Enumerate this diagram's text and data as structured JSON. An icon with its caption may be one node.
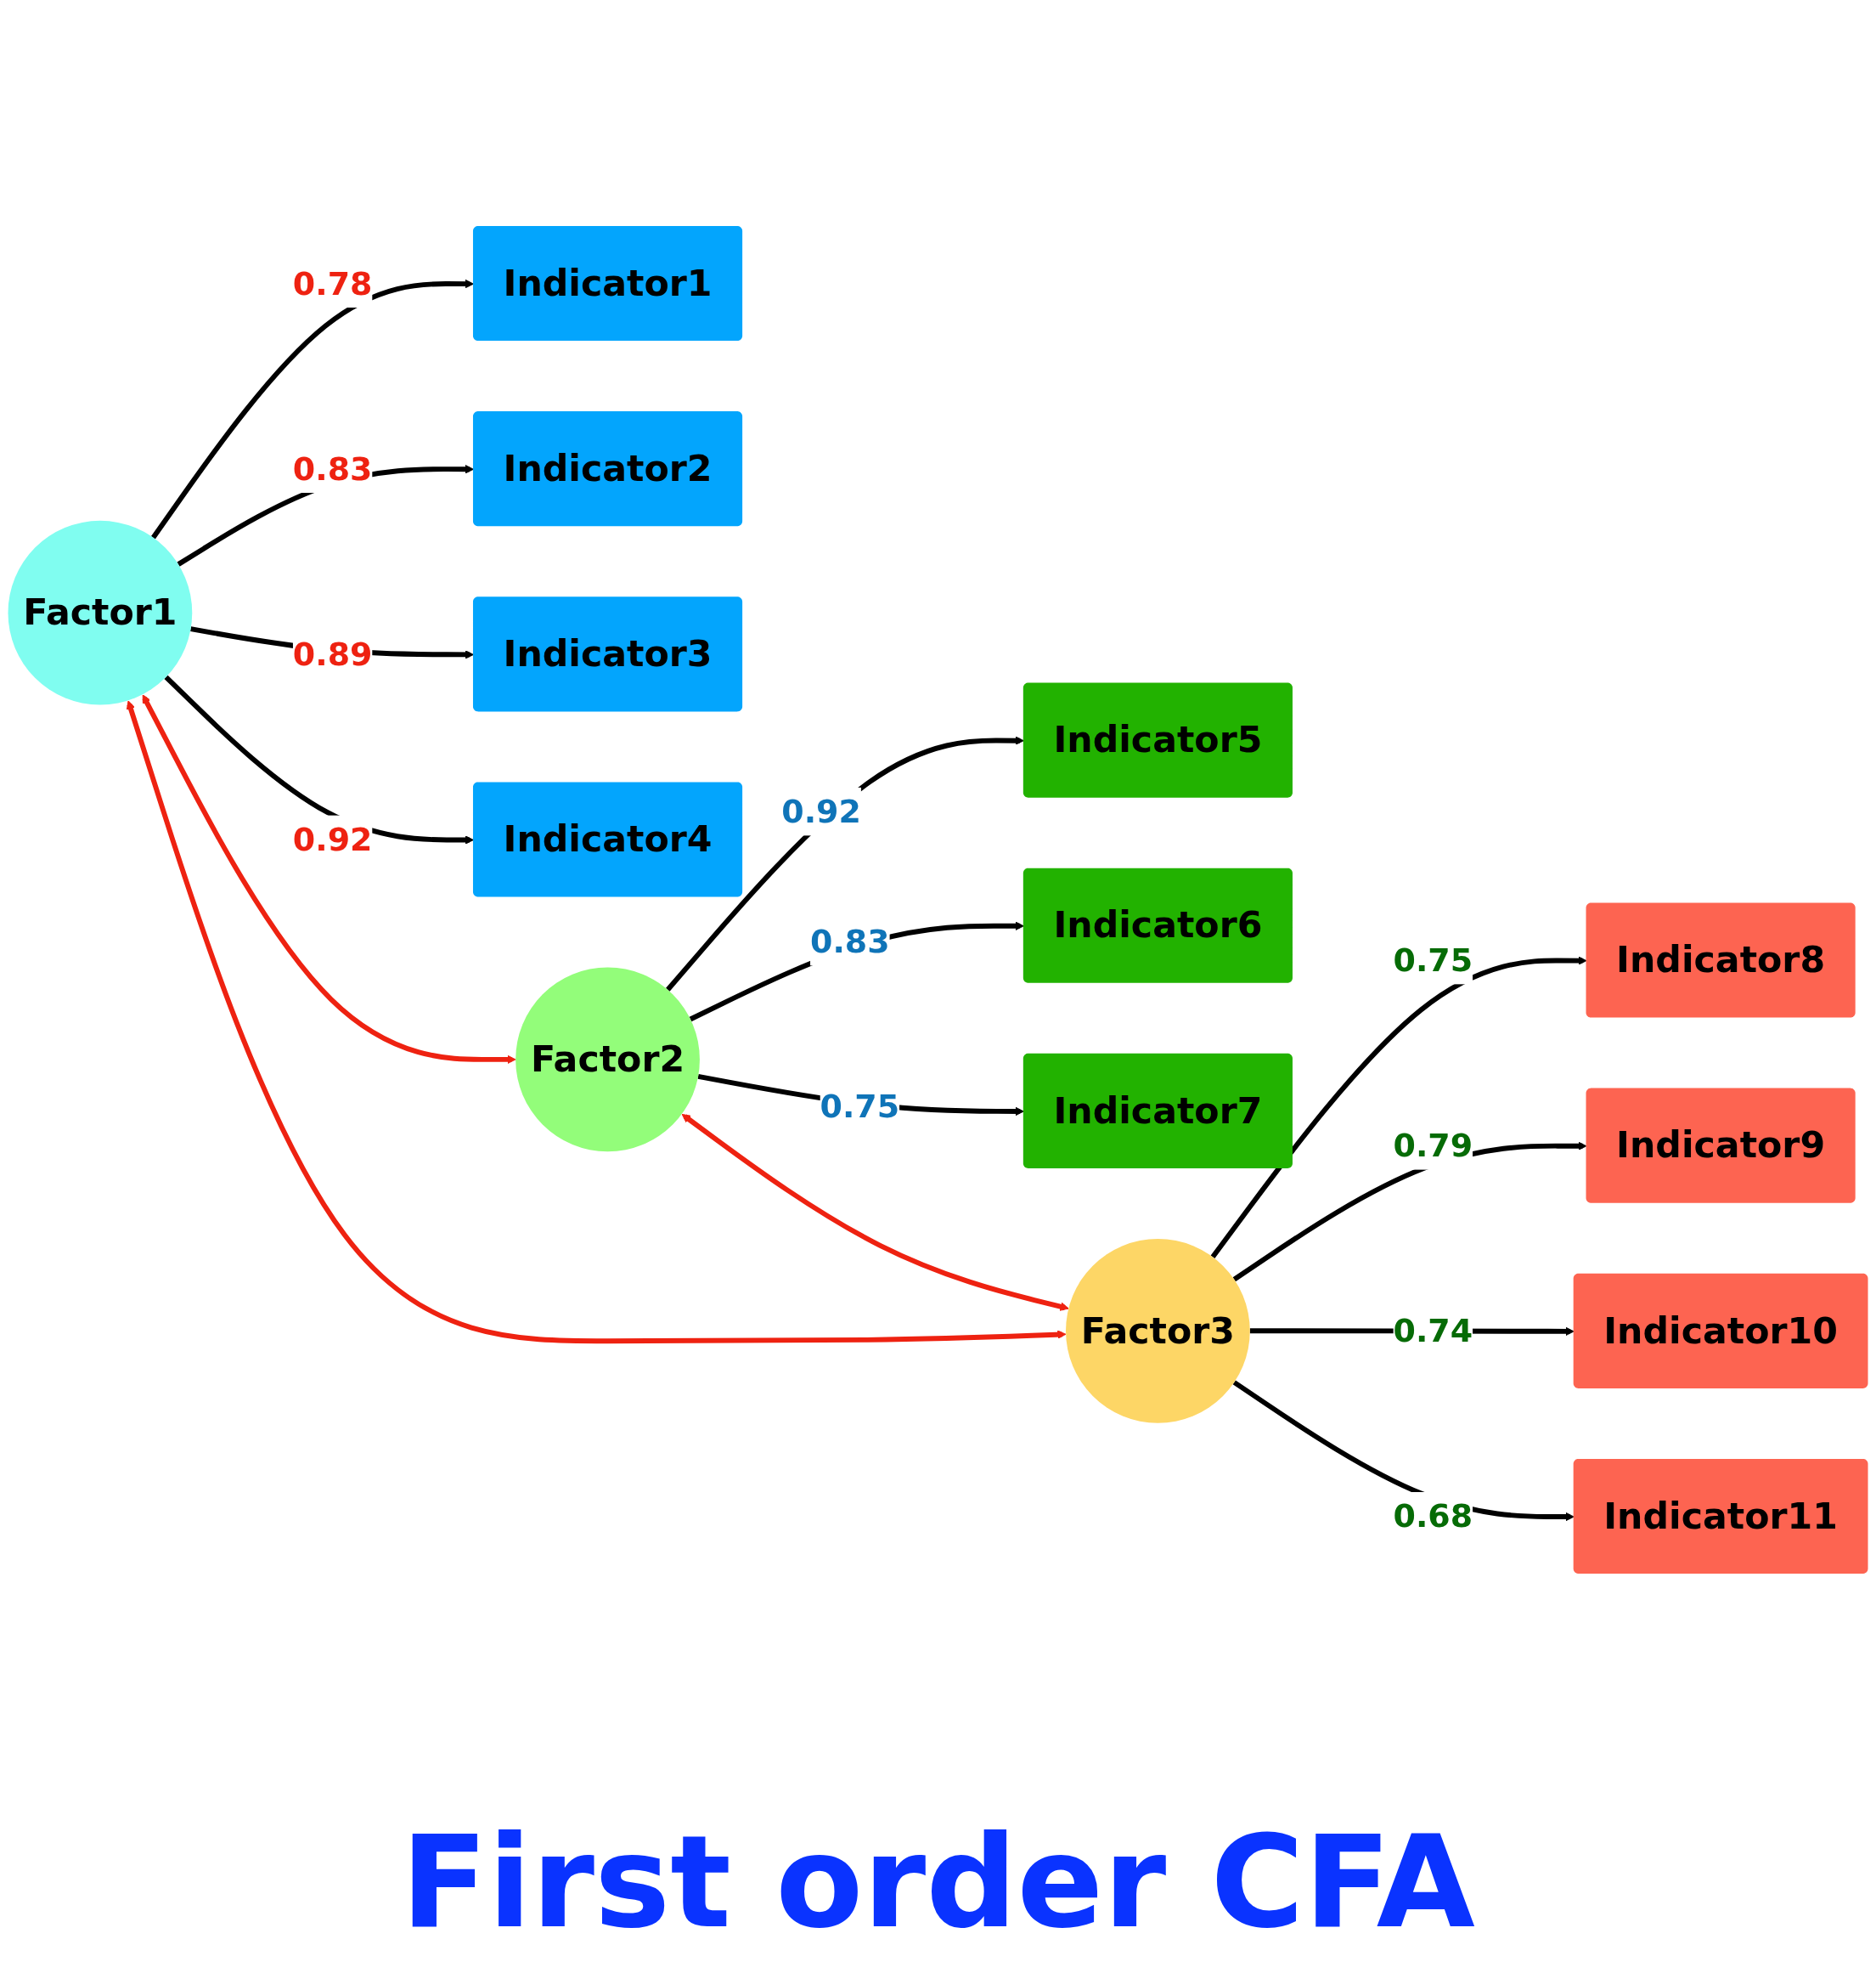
{
  "diagram": {
    "title": "First order CFA",
    "nodes": [
      {
        "text": [
          "Factor1"
        ]
      },
      {
        "text": [
          "Factor2"
        ]
      },
      {
        "text": [
          "Factor3"
        ]
      },
      {
        "text": [
          "Indicator1"
        ]
      },
      {
        "text": [
          "Indicator2"
        ]
      },
      {
        "text": [
          "Indicator3"
        ]
      },
      {
        "text": [
          "Indicator4"
        ]
      },
      {
        "text": [
          "Indicator5"
        ]
      },
      {
        "text": [
          "Indicator6"
        ]
      },
      {
        "text": [
          "Indicator7"
        ]
      },
      {
        "text": [
          "Indicator8"
        ]
      },
      {
        "text": [
          "Indicator9"
        ]
      },
      {
        "text": [
          "Indicator10"
        ]
      },
      {
        "text": [
          "Indicator11"
        ]
      }
    ],
    "edges": [
      {
        "from": 0,
        "to": 3,
        "arrow": "to",
        "label": "0.78"
      },
      {
        "from": 0,
        "to": 4,
        "arrow": "to",
        "label": "0.83"
      },
      {
        "from": 0,
        "to": 5,
        "arrow": "to",
        "label": "0.89"
      },
      {
        "from": 0,
        "to": 6,
        "arrow": "to",
        "label": "0.92"
      },
      {
        "from": 1,
        "to": 7,
        "arrow": "to",
        "label": "0.92"
      },
      {
        "from": 1,
        "to": 8,
        "arrow": "to",
        "label": "0.83"
      },
      {
        "from": 1,
        "to": 9,
        "arrow": "to",
        "label": "0.75"
      },
      {
        "from": 2,
        "to": 10,
        "arrow": "to",
        "label": "0.75"
      },
      {
        "from": 2,
        "to": 11,
        "arrow": "to",
        "label": "0.79"
      },
      {
        "from": 2,
        "to": 12,
        "arrow": "to",
        "label": "0.74"
      },
      {
        "from": 2,
        "to": 13,
        "arrow": "to",
        "label": "0.68"
      },
      {
        "from": 0,
        "to": 1,
        "arrow": "both",
        "color": "#ee2211"
      },
      {
        "from": 1,
        "to": 2,
        "arrow": "both",
        "color": "#ee2211"
      },
      {
        "from": 0,
        "to": 2,
        "arrow": "both",
        "color": "#ee2211"
      }
    ]
  }
}
